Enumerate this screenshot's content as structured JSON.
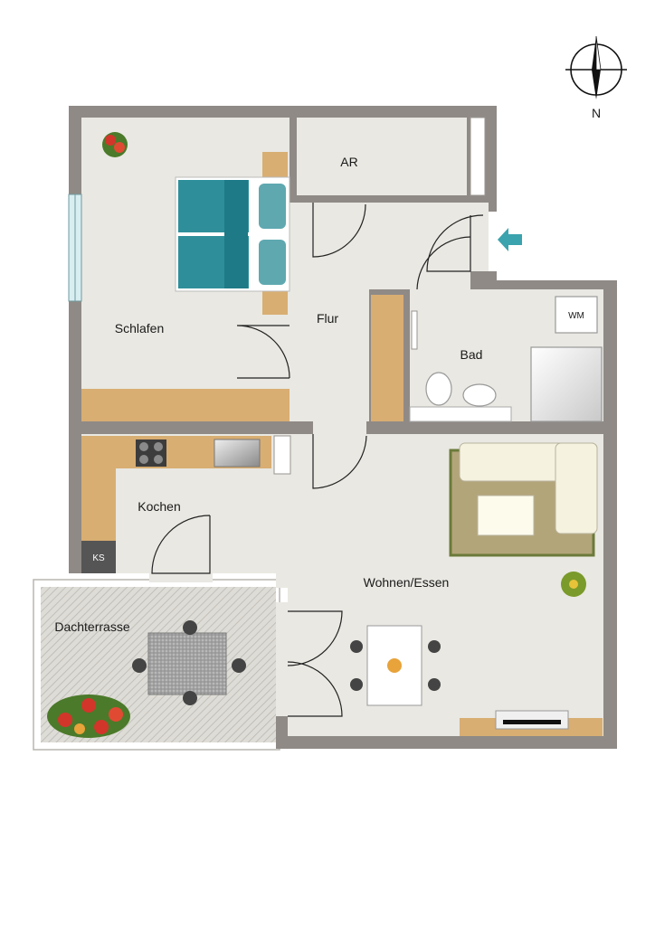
{
  "compass": {
    "north_label": "N"
  },
  "rooms": {
    "ar": "AR",
    "schlafen": "Schlafen",
    "flur": "Flur",
    "bad": "Bad",
    "kochen": "Kochen",
    "wohnen": "Wohnen/Essen",
    "dachterrasse": "Dachterrasse"
  },
  "appliances": {
    "wm": "WM",
    "ks": "KS"
  },
  "colors": {
    "wall": "#8f8a86",
    "floor": "#e9e8e2",
    "wood": "#d8ae72",
    "bed_teal": "#2e8f9a",
    "entrance_arrow": "#3aa3ad",
    "rug": "#6b7a3a"
  }
}
